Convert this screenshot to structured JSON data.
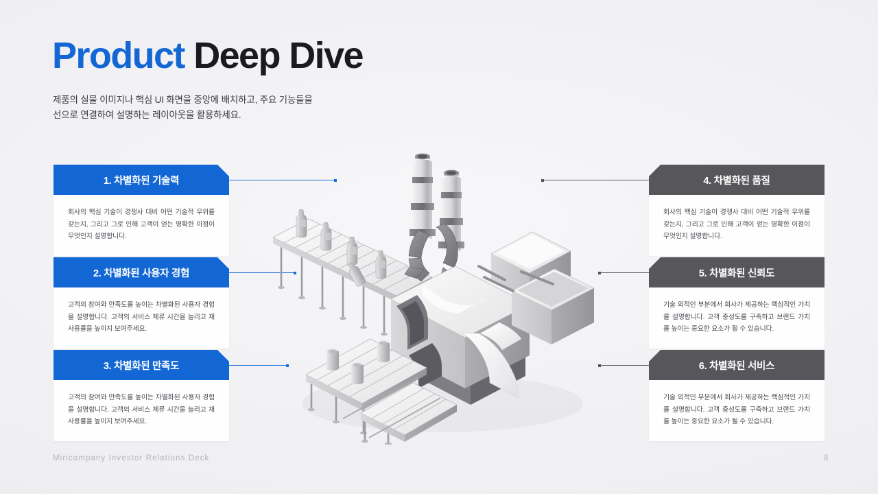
{
  "header": {
    "title_accent": "Product",
    "title_rest": " Deep Dive",
    "subtitle_line1": "제품의 실물 이미지나 핵심 UI 화면을 중앙에 배치하고, 주요 기능들을",
    "subtitle_line2": "선으로 연결하여 설명하는 레이아웃을 활용하세요."
  },
  "colors": {
    "accent_blue": "#1367d4",
    "dark_gray": "#56565b",
    "background": "#f1f1f3",
    "card_body": "#fefeff"
  },
  "cards": [
    {
      "title": "1. 차별화된 기술력",
      "body": "회사의 핵심 기술이 경쟁사 대비 어떤 기술적 우위를 갖는지, 그리고 그로 인해 고객이 얻는 명확한 이점이 무엇인지 설명합니다.",
      "side": "left"
    },
    {
      "title": "2. 차별화된 사용자 경험",
      "body": "고객의 참여와 만족도를 높이는 차별화된 사용자 경험을 설명합니다. 고객의 서비스 체류 시간을 늘리고 재사용률을 높이지 보여주세요.",
      "side": "left"
    },
    {
      "title": "3. 차별화된 만족도",
      "body": "고객의 참여와 만족도를 높이는 차별화된 사용자 경험을 설명합니다. 고객의 서비스 체류 시간을 늘리고 재사용률을 높이지 보여주세요.",
      "side": "left"
    },
    {
      "title": "4. 차별화된 품질",
      "body": "회사의 핵심 기술이 경쟁사 대비 어떤 기술적 우위를 갖는지, 그리고 그로 인해 고객이 얻는 명확한 이점이 무엇인지 설명합니다.",
      "side": "right"
    },
    {
      "title": "5. 차별화된 신뢰도",
      "body": "기술 외적인 부분에서 회사가 제공하는 핵심적인 가치를 설명합니다. 고객 충성도를 구축하고 브랜드 가치를 높이는 중요한 요소가 될 수 있습니다.",
      "side": "right"
    },
    {
      "title": "6. 차별화된 서비스",
      "body": "기술 외적인 부분에서 회사가 제공하는 핵심적인 가치를 설명합니다. 고객 충성도를 구축하고 브랜드 가치를 높이는 중요한 요소가 될 수 있습니다.",
      "side": "right"
    }
  ],
  "illustration": {
    "name": "isometric-factory-production-line",
    "description": "3D isometric gray factory production line with conveyor belts carrying bottles and cans, central machine block, two chimney towers and robotic arms, collection bins"
  },
  "footer": {
    "deck_name": "Miricompany Investor Relations Deck",
    "page_number": "8"
  }
}
